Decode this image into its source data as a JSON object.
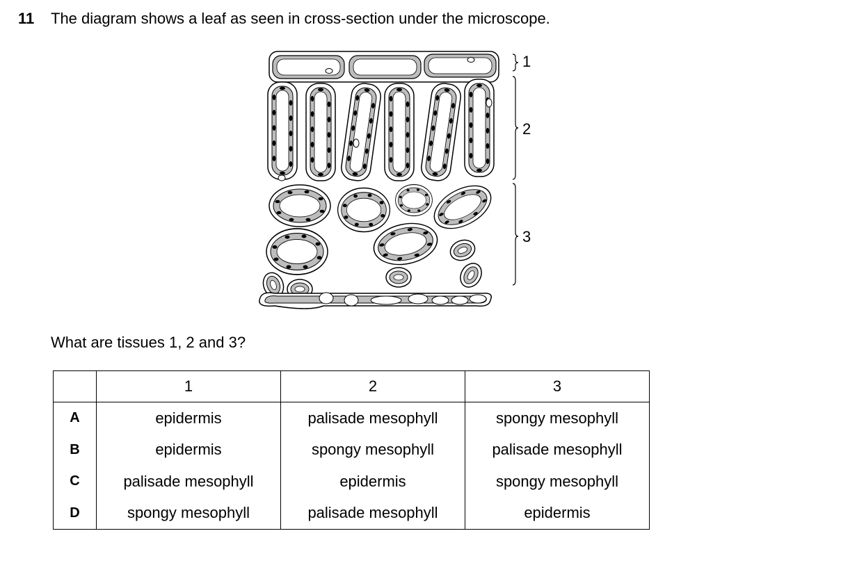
{
  "question": {
    "number": "11",
    "text": "The diagram shows a leaf as seen in cross-section under the microscope.",
    "prompt": "What are tissues 1, 2 and 3?"
  },
  "diagram": {
    "labels": [
      "1",
      "2",
      "3"
    ]
  },
  "table": {
    "headers": [
      "",
      "1",
      "2",
      "3"
    ],
    "rows": [
      {
        "letter": "A",
        "cells": [
          "epidermis",
          "palisade mesophyll",
          "spongy mesophyll"
        ]
      },
      {
        "letter": "B",
        "cells": [
          "epidermis",
          "spongy mesophyll",
          "palisade mesophyll"
        ]
      },
      {
        "letter": "C",
        "cells": [
          "palisade mesophyll",
          "epidermis",
          "spongy mesophyll"
        ]
      },
      {
        "letter": "D",
        "cells": [
          "spongy mesophyll",
          "palisade mesophyll",
          "epidermis"
        ]
      }
    ]
  }
}
